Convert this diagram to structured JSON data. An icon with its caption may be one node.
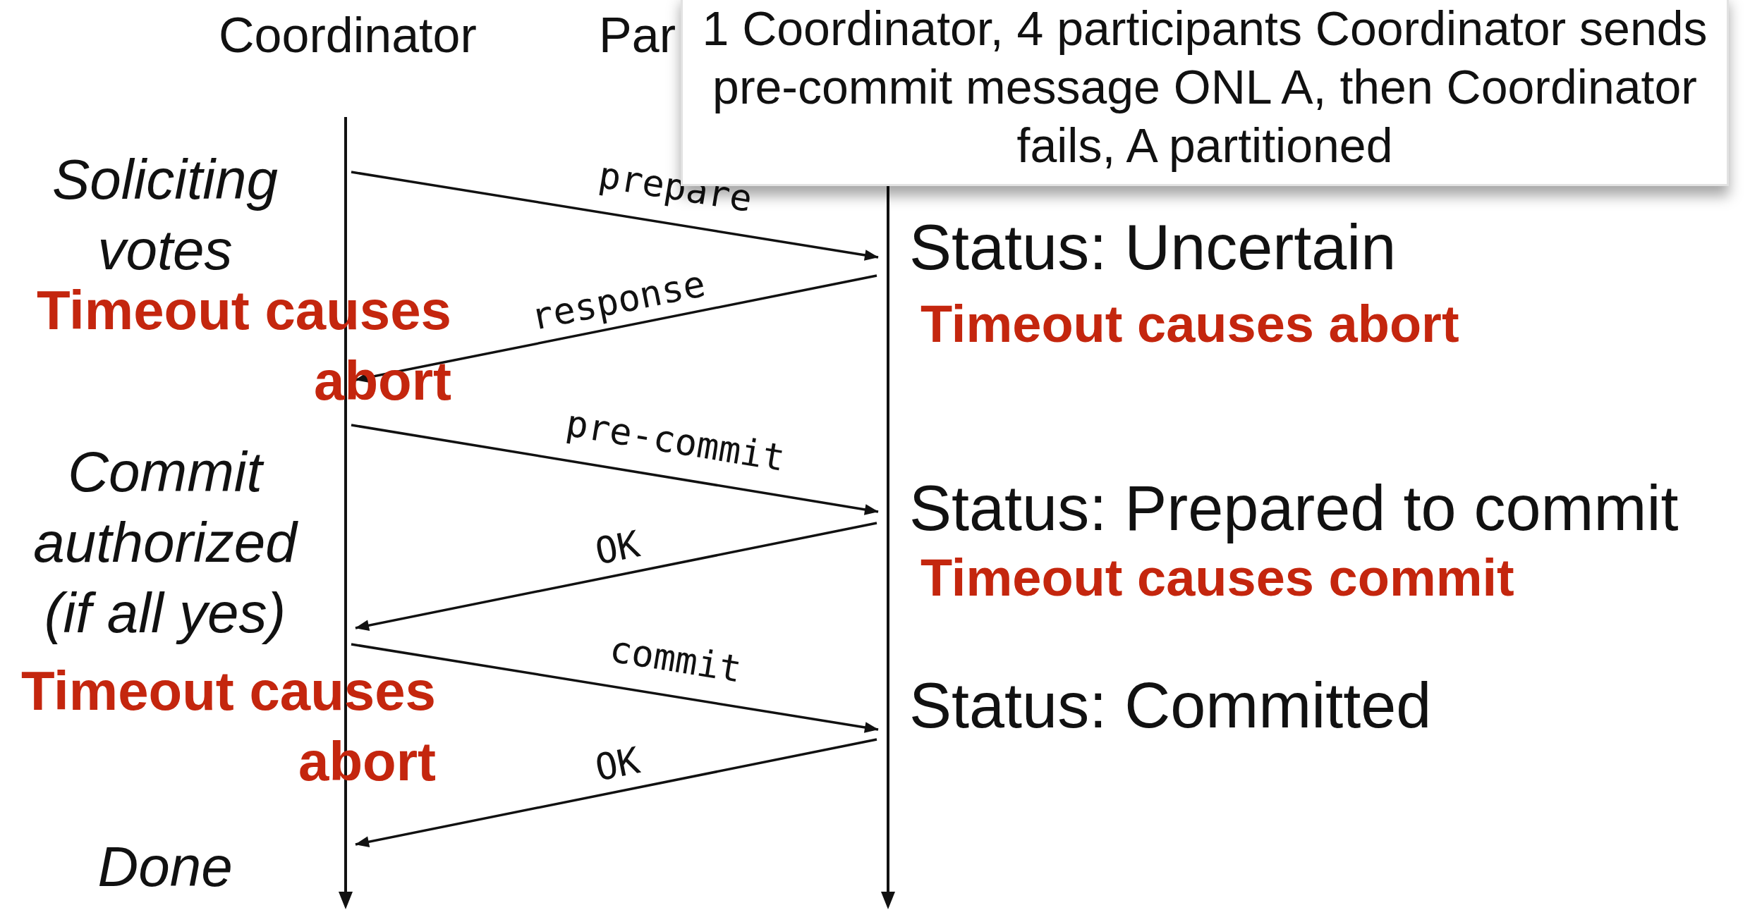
{
  "diagram": {
    "nodes": [
      {
        "text": [
          "Coordinator"
        ]
      },
      {
        "text": [
          "Par"
        ]
      },
      {
        "text": [
          "1 Coordinator, 4 participants Coordinator sends pre-commit message ONL A, then Coordinator fails, A partitioned"
        ]
      }
    ],
    "edges": [
      {
        "from": 0,
        "to": 1,
        "arrow": "to",
        "label": "prepare"
      },
      {
        "from": 1,
        "to": 0,
        "arrow": "to",
        "label": "response"
      },
      {
        "from": 0,
        "to": 1,
        "arrow": "to",
        "label": "pre-commit"
      },
      {
        "from": 1,
        "to": 0,
        "arrow": "to",
        "label": "OK"
      },
      {
        "from": 0,
        "to": 1,
        "arrow": "to",
        "label": "commit"
      },
      {
        "from": 1,
        "to": 0,
        "arrow": "to",
        "label": "OK"
      }
    ],
    "labels": [
      "Soliciting votes",
      "Timeout causes abort",
      "Commit authorized (if all yes)",
      "Timeout causes abort",
      "Done",
      "Status: Uncertain",
      "Timeout causes abort",
      "Status: Prepared to commit",
      "Timeout causes commit",
      "Status: Committed"
    ]
  }
}
